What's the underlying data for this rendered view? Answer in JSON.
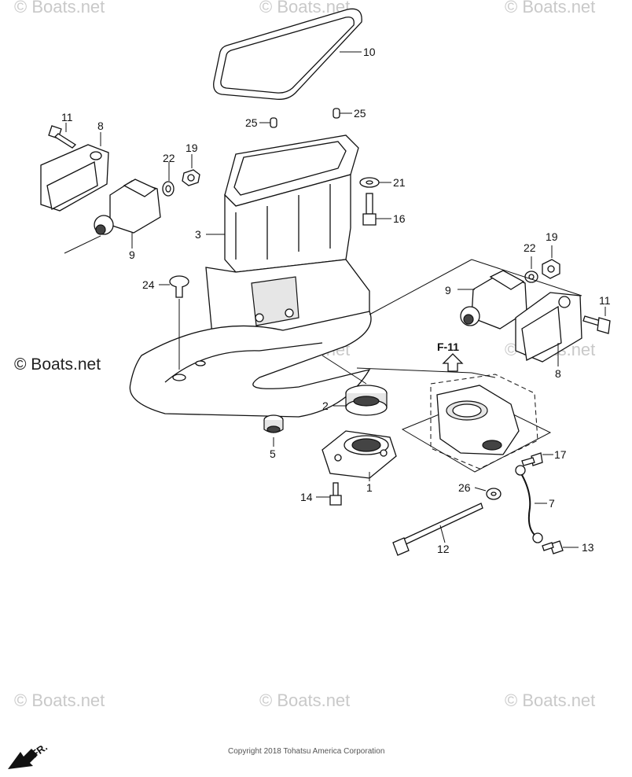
{
  "watermark": "© Boats.net",
  "copyright": "Copyright 2018 Tohatsu America Corporation",
  "reference": "F-11",
  "front_marker": "FR.",
  "callouts": {
    "c1": "1",
    "c2": "2",
    "c3": "3",
    "c5": "5",
    "c7": "7",
    "c8a": "8",
    "c8b": "8",
    "c9a": "9",
    "c9b": "9",
    "c10": "10",
    "c11a": "11",
    "c11b": "11",
    "c12": "12",
    "c13": "13",
    "c14": "14",
    "c16": "16",
    "c17": "17",
    "c19a": "19",
    "c19b": "19",
    "c21": "21",
    "c22a": "22",
    "c22b": "22",
    "c24": "24",
    "c25a": "25",
    "c25b": "25",
    "c26": "26"
  }
}
